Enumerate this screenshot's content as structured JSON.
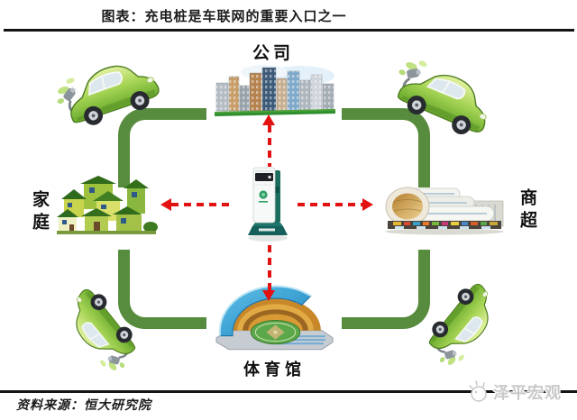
{
  "title": "图表：充电桩是车联网的重要入口之一",
  "nodes": {
    "top": {
      "label": "公司"
    },
    "left": {
      "label": "家庭"
    },
    "right": {
      "label": "商超"
    },
    "bottom": {
      "label": "体育馆"
    }
  },
  "footer": {
    "source": "资料来源：恒大研究院",
    "watermark": "泽平宏观"
  },
  "colors": {
    "ring_green": "#578c3e",
    "arrow_red": "#e31212",
    "car_green": "#7fbf3f",
    "pile_teal": "#1b6b5f",
    "rule_black": "#141414",
    "watermark_gray": "#c9c9c9"
  },
  "icons": {
    "center": "charging-pile-icon",
    "corners": "electric-car-icon",
    "top": "city-buildings-icon",
    "left": "village-houses-icon",
    "right": "shopping-mall-icon",
    "bottom": "stadium-icon",
    "watermark": "zeping-logo-icon"
  }
}
